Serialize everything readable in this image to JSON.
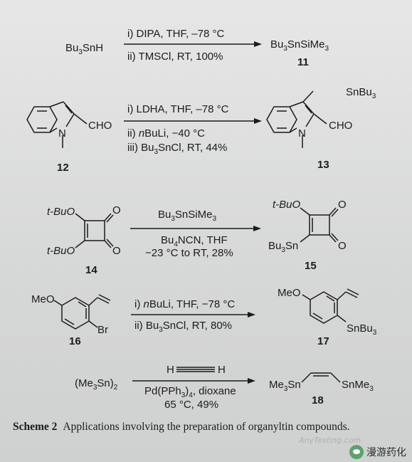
{
  "reaction1": {
    "reactant": "Bu3SnH",
    "cond1": "i) DIPA, THF, –78 °C",
    "cond2": "ii) TMSCl, RT, 100%",
    "product": "Bu3SnSiMe3",
    "product_number": "11"
  },
  "reaction2": {
    "reactant_sub": "CHO",
    "reactant_n": "N",
    "reactant_number": "12",
    "cond1": "i) LDHA, THF, –78 °C",
    "cond2": "ii) nBuLi, −40 °C",
    "cond3": "iii) Bu3SnCl, RT, 44%",
    "product_sub1": "SnBu3",
    "product_sub2": "CHO",
    "product_n": "N",
    "product_number": "13"
  },
  "reaction3": {
    "reactant_sub1": "t-BuO",
    "reactant_sub2": "t-BuO",
    "reactant_o1": "O",
    "reactant_o2": "O",
    "reactant_number": "14",
    "reagent": "Bu3SnSiMe3",
    "cond1": "Bu4NCN, THF",
    "cond2": "−23 °C to RT, 28%",
    "product_sub1": "t-BuO",
    "product_sub2": "Bu3Sn",
    "product_o1": "O",
    "product_o2": "O",
    "product_number": "15"
  },
  "reaction4": {
    "reactant_sub1": "MeO",
    "reactant_sub2": "Br",
    "reactant_number": "16",
    "cond1": "i) nBuLi, THF, –78 °C",
    "cond2": "ii) Bu3SnCl, RT, 80%",
    "product_sub1": "MeO",
    "product_sub2": "SnBu3",
    "product_number": "17"
  },
  "reaction5": {
    "reactant": "(Me3Sn)2",
    "reagent_h1": "H",
    "reagent_h2": "H",
    "cond1": "Pd(PPh3)4, dioxane",
    "cond2": "65 °C, 49%",
    "product_left": "Me3Sn",
    "product_right": "SnMe3",
    "product_number": "18"
  },
  "caption": {
    "label": "Scheme 2",
    "text": "Applications involving the preparation of organyltin compounds."
  },
  "watermark": {
    "text": "漫游药化",
    "faint": "AnyTesting.com",
    "icon": "wechat-icon"
  }
}
